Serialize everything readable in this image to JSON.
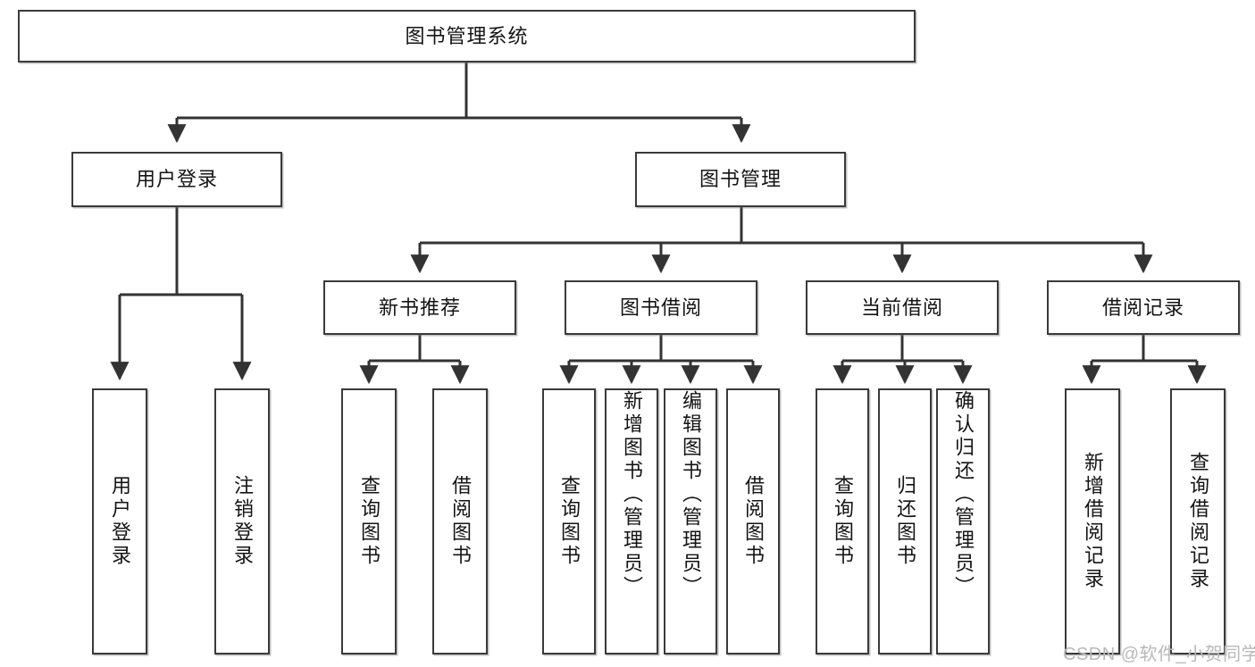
{
  "diagram": {
    "type": "tree",
    "title": "图书管理系统",
    "root": {
      "id": "root",
      "label": "图书管理系统"
    },
    "level2": [
      {
        "id": "user-login",
        "label": "用户登录"
      },
      {
        "id": "book-manage",
        "label": "图书管理"
      }
    ],
    "level3": [
      {
        "id": "new-book-rec",
        "label": "新书推荐",
        "parent": "book-manage"
      },
      {
        "id": "book-borrow",
        "label": "图书借阅",
        "parent": "book-manage"
      },
      {
        "id": "current-borrow",
        "label": "当前借阅",
        "parent": "book-manage"
      },
      {
        "id": "borrow-record",
        "label": "借阅记录",
        "parent": "book-manage"
      }
    ],
    "leaves": {
      "user_login": [
        {
          "id": "leaf-user-login",
          "label": "用户登录"
        },
        {
          "id": "leaf-user-logout",
          "label": "注销登录"
        }
      ],
      "new_book_rec": [
        {
          "id": "leaf-query-book-1",
          "label": "查询图书"
        },
        {
          "id": "leaf-borrow-book-1",
          "label": "借阅图书"
        }
      ],
      "book_borrow": [
        {
          "id": "leaf-query-book-2",
          "label": "查询图书"
        },
        {
          "id": "leaf-add-book",
          "label": "新增图书（管理员）"
        },
        {
          "id": "leaf-edit-book",
          "label": "编辑图书（管理员）"
        },
        {
          "id": "leaf-borrow-book-2",
          "label": "借阅图书"
        }
      ],
      "current_borrow": [
        {
          "id": "leaf-query-book-3",
          "label": "查询图书"
        },
        {
          "id": "leaf-return-book",
          "label": "归还图书"
        },
        {
          "id": "leaf-confirm-return",
          "label": "确认归还（管理员）"
        }
      ],
      "borrow_record": [
        {
          "id": "leaf-add-record",
          "label": "新增借阅记录"
        },
        {
          "id": "leaf-query-record",
          "label": "查询借阅记录"
        }
      ]
    },
    "watermark": "CSDN @软件_小贺同学",
    "colors": {
      "box_border": "#3a3a3a",
      "box_fill": "#ffffff",
      "connector": "#333333",
      "text": "#141414",
      "watermark": "#b9b9b9",
      "background": "#ffffff"
    }
  }
}
